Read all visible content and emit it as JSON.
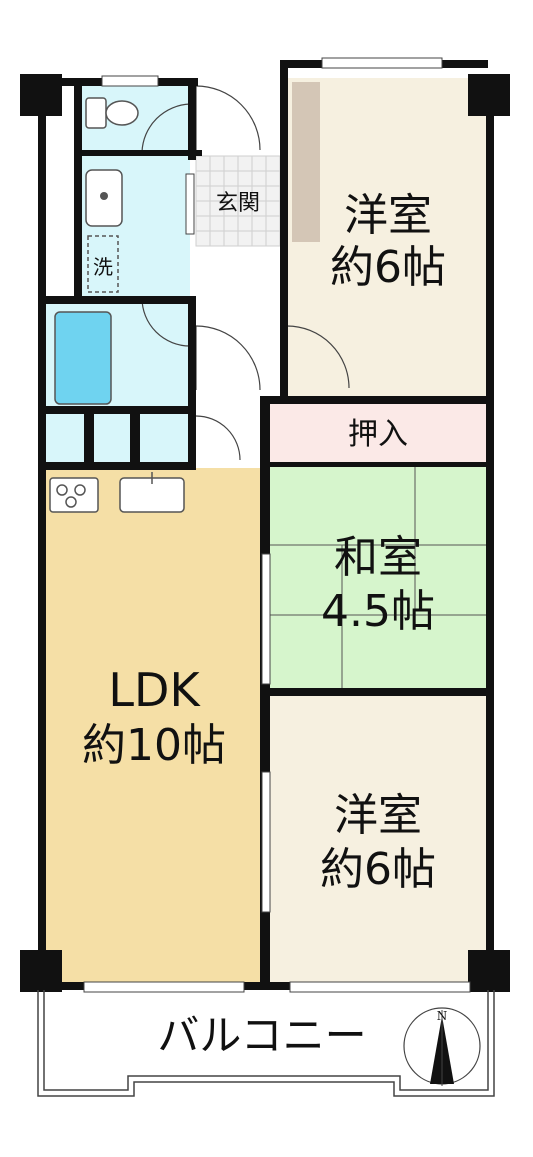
{
  "rooms": {
    "western_room_north": {
      "line1": "洋室",
      "line2": "約6帖",
      "color": "#f6f0e0"
    },
    "oshiire": {
      "label": "押入",
      "color": "#fbe9e7"
    },
    "japanese_room": {
      "line1": "和室",
      "line2": "4.5帖",
      "color": "#d6f5cc"
    },
    "ldk": {
      "line1": "LDK",
      "line2": "約10帖",
      "color": "#f5dfa6"
    },
    "western_room_south": {
      "line1": "洋室",
      "line2": "約6帖",
      "color": "#f6f0e0"
    },
    "genkan": {
      "label": "玄関"
    },
    "washroom": {
      "label": "洗"
    },
    "balcony": {
      "label": "バルコニー"
    }
  },
  "compass": {
    "label": "N"
  },
  "colors": {
    "wall": "#111111",
    "wet_area": "#d8f6fa",
    "bathtub": "#6fd3f0",
    "hall": "#ffffff",
    "closet_strip": "#d4c6b6"
  }
}
